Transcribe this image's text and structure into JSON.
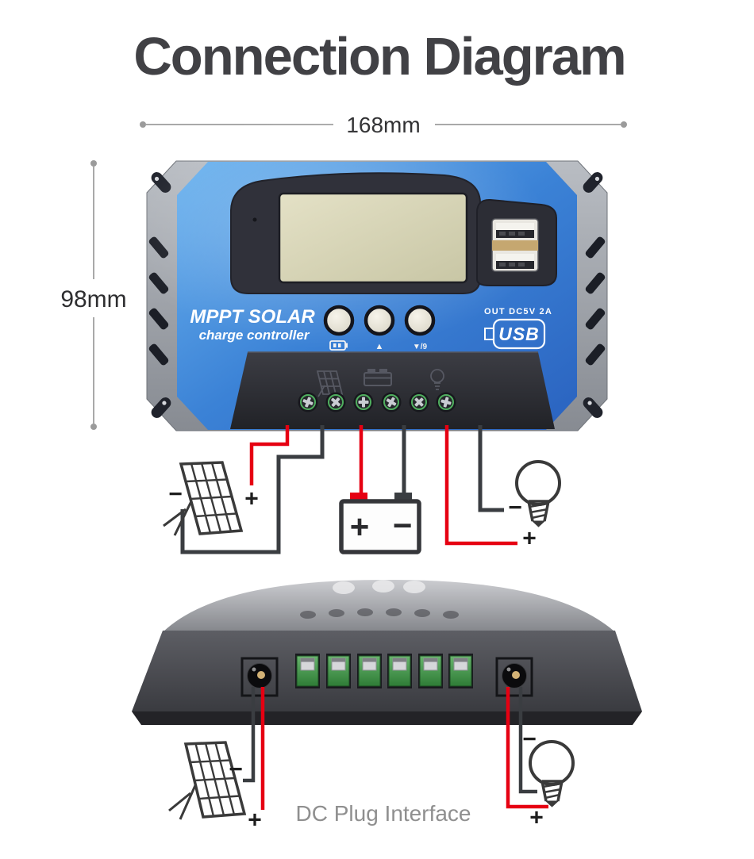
{
  "title": "Connection Diagram",
  "dimensions": {
    "width": "168mm",
    "height": "98mm"
  },
  "front_view": {
    "brand_line1": "MPPT SOLAR",
    "brand_line2": "charge controller",
    "usb_output": "OUT DC5V 2A",
    "usb_logo": "USB",
    "button_up": "▲",
    "button_down": "▼/9"
  },
  "front_wiring": {
    "solar_minus": "−",
    "solar_plus": "+",
    "battery_plus": "+",
    "battery_minus": "−",
    "load_minus": "−",
    "load_plus": "+"
  },
  "bottom_view": {
    "caption": "DC Plug Interface",
    "solar_minus": "−",
    "solar_plus": "+",
    "load_minus": "−",
    "load_plus": "+"
  },
  "icons": {
    "front_terminal_icons": [
      "solar-panel",
      "battery",
      "light-bulb"
    ],
    "usb_logo_icon": "usb-plug",
    "button_icons": [
      "battery-menu",
      "up-arrow",
      "down-arrow"
    ]
  },
  "colors": {
    "positive_wire": "#e60012",
    "negative_wire": "#3a3d41",
    "device_blue": "#3b82d6",
    "heatsink_gray": "#9aa0a8",
    "lcd_screen": "#d6d3b2",
    "terminal_green": "#4b9b52"
  }
}
